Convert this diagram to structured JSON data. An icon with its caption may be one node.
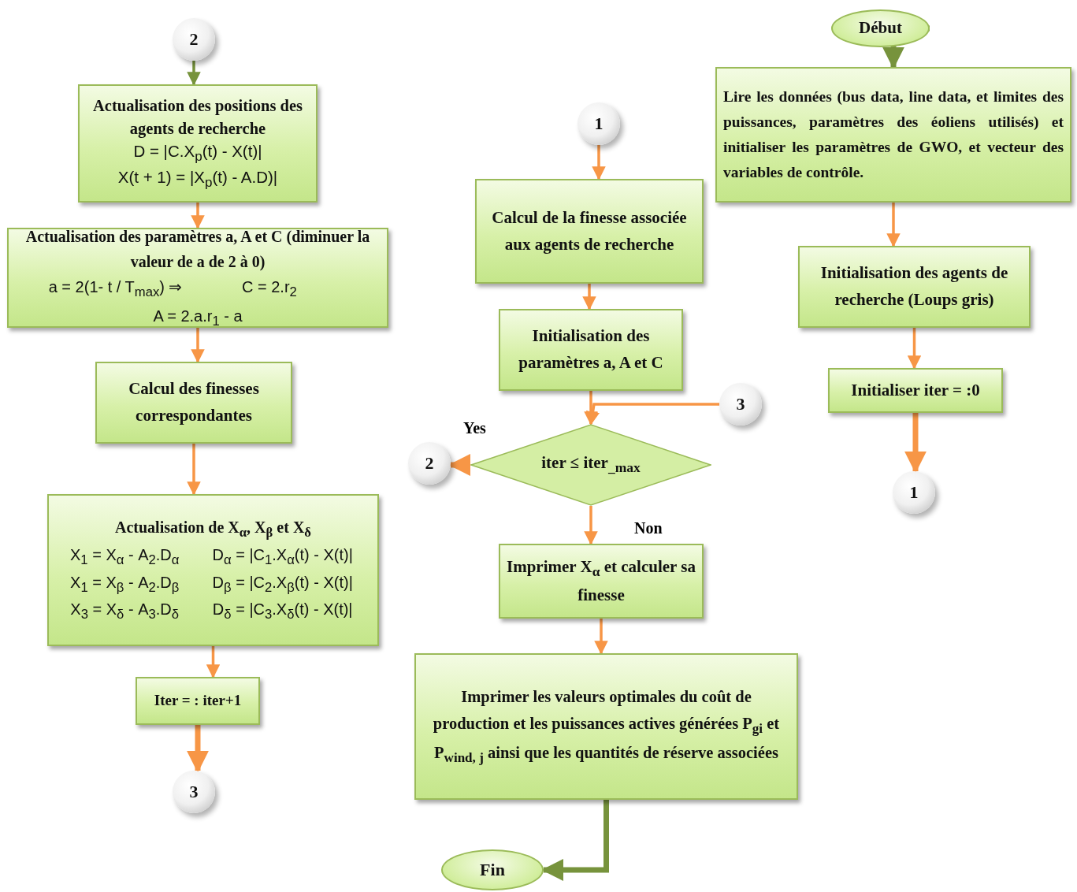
{
  "diagram": {
    "nodes": [
      {
        "text": [
          "Début"
        ]
      },
      {
        "text": [
          "Lire les données (bus data, line data, et limites des puissances, paramètres des éoliens utilisés) et initialiser les paramètres de GWO, et vecteur des variables de contrôle."
        ]
      },
      {
        "text": [
          "Initialisation des agents de recherche (Loups gris)"
        ]
      },
      {
        "text": [
          "Initialiser  iter = :0"
        ]
      },
      {
        "text": [
          "1"
        ]
      },
      {
        "text": [
          "1"
        ]
      },
      {
        "text": [
          "Calcul de la finesse associée aux agents de recherche"
        ]
      },
      {
        "text": [
          "Initialisation des paramètres a, A et C"
        ]
      },
      {
        "text": [
          "iter ≤ iter$_{_max}$"
        ]
      },
      {
        "text": [
          "3"
        ]
      },
      {
        "text": [
          "2"
        ]
      },
      {
        "text": [
          "Imprimer X$_{α}$ et calculer sa finesse"
        ]
      },
      {
        "text": [
          "Imprimer les valeurs optimales du coût de production et les puissances actives générées P$_{gi}$ et P$_{wind, j}$ ainsi que les quantités de réserve associées"
        ]
      },
      {
        "text": [
          "Fin"
        ]
      },
      {
        "text": [
          "2"
        ]
      },
      {
        "text": [
          "Actualisation des positions des agents de recherche",
          "D = |C.X$_{p}$(t) - X(t)|",
          "X(t + 1) = |X$_{p}$(t) - A.D)|"
        ]
      },
      {
        "text": [
          "Actualisation des paramètres a, A et C (diminuer la valeur de a de 2 à 0)",
          "a = 2(1- t / T$_{max}$)  ⇒",
          "C = 2.r$_{2}$",
          "A = 2.a.r$_{1}$ - a"
        ]
      },
      {
        "text": [
          "Calcul des finesses correspondantes"
        ]
      },
      {
        "text": [
          "Actualisation de X$_{α}$, X$_{β}$ et X$_{δ}$",
          "X$_{1}$ = X$_{α}$ - A$_{2}$.D$_{α}$",
          "D$_{α}$ = |C$_{1}$.X$_{α}$(t) - X(t)|",
          "X$_{1}$ = X$_{β}$ - A$_{2}$.D$_{β}$",
          "D$_{β}$ = |C$_{2}$.X$_{β}$(t) - X(t)|",
          "X$_{3}$ = X$_{δ}$ - A$_{3}$.D$_{δ}$",
          "D$_{δ}$ = |C$_{3}$.X$_{δ}$(t) - X(t)|"
        ]
      },
      {
        "text": [
          "Iter = : iter+1"
        ]
      },
      {
        "text": [
          "3"
        ]
      }
    ],
    "edges": [
      {
        "from": 0,
        "to": 1,
        "arrow": "to",
        "style": "thick",
        "color": "#77933c"
      },
      {
        "from": 1,
        "to": 2,
        "arrow": "to"
      },
      {
        "from": 2,
        "to": 3,
        "arrow": "to"
      },
      {
        "from": 3,
        "to": 4,
        "arrow": "to",
        "style": "thick"
      },
      {
        "from": 5,
        "to": 6,
        "arrow": "to"
      },
      {
        "from": 6,
        "to": 7,
        "arrow": "to"
      },
      {
        "from": 7,
        "to": 8,
        "arrow": "to"
      },
      {
        "from": 9,
        "to": 8,
        "arrow": "to"
      },
      {
        "from": 8,
        "to": 10,
        "arrow": "to",
        "label": "Yes",
        "style": "thick"
      },
      {
        "from": 8,
        "to": 11,
        "arrow": "to",
        "label": "Non"
      },
      {
        "from": 11,
        "to": 12,
        "arrow": "to"
      },
      {
        "from": 12,
        "to": 13,
        "arrow": "to",
        "style": "thick",
        "color": "#77933c"
      },
      {
        "from": 14,
        "to": 15,
        "arrow": "to",
        "color": "#77933c"
      },
      {
        "from": 15,
        "to": 16,
        "arrow": "to"
      },
      {
        "from": 16,
        "to": 17,
        "arrow": "to"
      },
      {
        "from": 17,
        "to": 18,
        "arrow": "to"
      },
      {
        "from": 18,
        "to": 19,
        "arrow": "to"
      },
      {
        "from": 19,
        "to": 20,
        "arrow": "to",
        "style": "thick"
      }
    ]
  }
}
